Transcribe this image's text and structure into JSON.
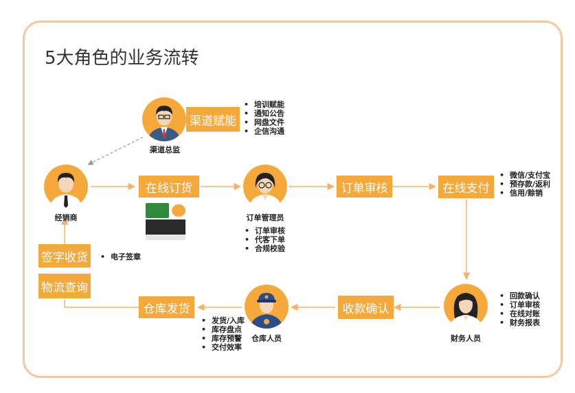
{
  "title": "5大角色的业务流转",
  "roles": {
    "channel_director": "渠道总监",
    "dealer": "经销商",
    "order_manager": "订单管理员",
    "finance": "财务人员",
    "warehouse": "仓库人员"
  },
  "boxes": {
    "channel_empower": "渠道赋能",
    "online_order": "在线订货",
    "order_review": "订单审核",
    "online_payment": "在线支付",
    "payment_confirm": "收款确认",
    "warehouse_ship": "仓库发货",
    "sign_receive": "签字收货",
    "logistics_query": "物流查询"
  },
  "bullets": {
    "channel_director": [
      "培训赋能",
      "通知公告",
      "网盘文件",
      "企信沟通"
    ],
    "order_manager": [
      "订单审核",
      "代客下单",
      "合规校验"
    ],
    "payment": [
      "微信/支付宝",
      "预存款/返利",
      "信用/赊销"
    ],
    "finance": [
      "回款确认",
      "订单审核",
      "在线对账",
      "财务报表"
    ],
    "warehouse": [
      "发货/入库",
      "库存盘点",
      "库存预警",
      "交付效率"
    ],
    "sign": [
      "电子签章"
    ]
  },
  "colors": {
    "accent": "#f6a93b",
    "border": "#f6c79a",
    "line": "#f6b26b"
  }
}
